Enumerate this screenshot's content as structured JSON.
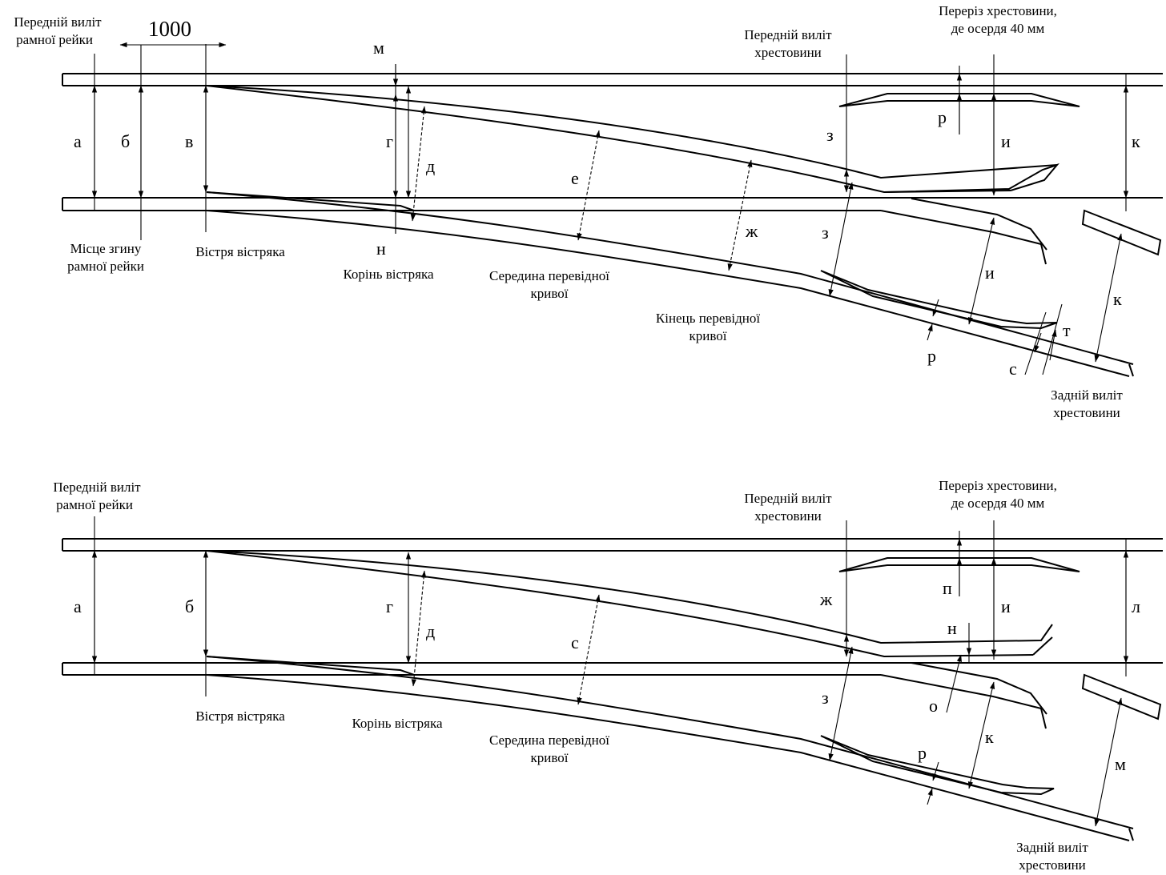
{
  "top": {
    "dimension": "1000",
    "labels": {
      "front_frame_1": "Передній виліт",
      "front_frame_2": "рамної рейки",
      "bend_place_1": "Місце згину",
      "bend_place_2": "рамної рейки",
      "point_tip": "Вістря вістряка",
      "point_root": "Корінь вістряка",
      "curve_mid_1": "Середина перевідної",
      "curve_mid_2": "кривої",
      "curve_end_1": "Кінець перевідної",
      "curve_end_2": "кривої",
      "frog_front_1": "Передній виліт",
      "frog_front_2": "хрестовини",
      "frog_section_1": "Переріз хрестовини,",
      "frog_section_2": "де осердя 40 мм",
      "frog_back_1": "Задній виліт",
      "frog_back_2": "хрестовини"
    },
    "letters": {
      "a": "а",
      "b": "б",
      "v": "в",
      "m": "м",
      "g": "г",
      "d": "д",
      "n": "н",
      "e": "е",
      "zh": "ж",
      "z_up": "з",
      "z_low": "з",
      "r_up": "р",
      "r_low": "р",
      "i_up": "и",
      "i_low": "и",
      "k_up": "к",
      "k_low": "к",
      "s": "с",
      "t": "т"
    }
  },
  "bottom": {
    "labels": {
      "front_frame_1": "Передній виліт",
      "front_frame_2": "рамної рейки",
      "point_tip": "Вістря вістряка",
      "point_root": "Корінь вістряка",
      "curve_mid_1": "Середина перевідної",
      "curve_mid_2": "кривої",
      "frog_front_1": "Передній виліт",
      "frog_front_2": "хрестовини",
      "frog_section_1": "Переріз хрестовини,",
      "frog_section_2": "де осердя 40 мм",
      "frog_back_1": "Задній виліт",
      "frog_back_2": "хрестовини"
    },
    "letters": {
      "a": "а",
      "b": "б",
      "g": "г",
      "d": "д",
      "s": "с",
      "zh": "ж",
      "z": "з",
      "p": "п",
      "i": "и",
      "l": "л",
      "n": "н",
      "o": "о",
      "k": "к",
      "r": "р",
      "m": "м"
    }
  }
}
